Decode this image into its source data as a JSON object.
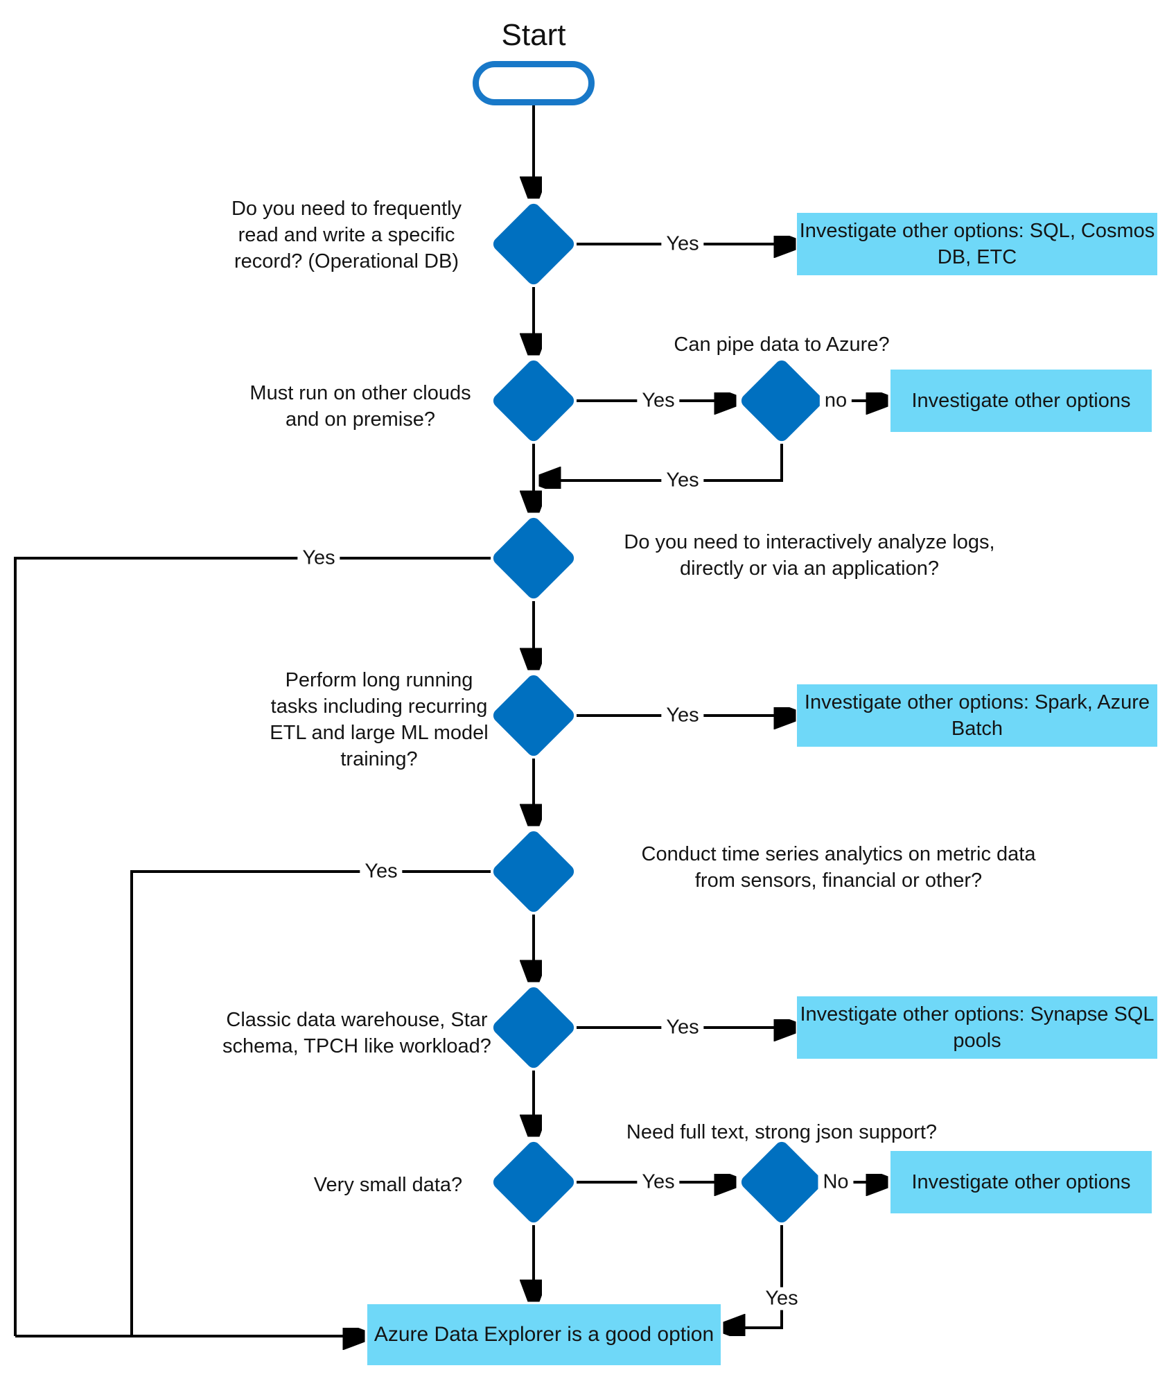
{
  "colors": {
    "diamond_fill": "#0070C0",
    "result_box_fill": "#6FD8F8",
    "start_outline": "#1878C8",
    "connector": "#000000",
    "text": "#141414"
  },
  "start": {
    "title": "Start"
  },
  "decisions": {
    "q1": {
      "label": "Do you need to frequently read and write a specific record? (Operational DB)"
    },
    "q2": {
      "label": "Must run on other clouds and on premise?"
    },
    "q2b": {
      "label": "Can pipe data to Azure?"
    },
    "q3": {
      "label": "Do you need to interactively analyze logs, directly or via an application?"
    },
    "q4": {
      "label": "Perform long running tasks including recurring ETL and large ML model training?"
    },
    "q5": {
      "label": "Conduct time series analytics on metric data from sensors, financial or other?"
    },
    "q6": {
      "label": "Classic data warehouse, Star schema, TPCH like workload?"
    },
    "q7": {
      "label": "Very small data?"
    },
    "q7b": {
      "label": "Need full text, strong json support?"
    }
  },
  "results": {
    "r1": {
      "label": "Investigate other options: SQL, Cosmos DB, ETC"
    },
    "r2": {
      "label": "Investigate other options"
    },
    "r3": {
      "label": "Investigate other options: Spark, Azure Batch"
    },
    "r4": {
      "label": "Investigate other options: Synapse SQL pools"
    },
    "r5": {
      "label": "Investigate other options"
    },
    "final": {
      "label": "Azure Data Explorer is a good option"
    }
  },
  "edge_labels": {
    "q1_yes": "Yes",
    "q2_yes": "Yes",
    "q2b_no": "no",
    "q2b_yes": "Yes",
    "q3_yes": "Yes",
    "q4_yes": "Yes",
    "q5_yes": "Yes",
    "q6_yes": "Yes",
    "q7_yes": "Yes",
    "q7b_no": "No",
    "q7b_yes": "Yes"
  }
}
